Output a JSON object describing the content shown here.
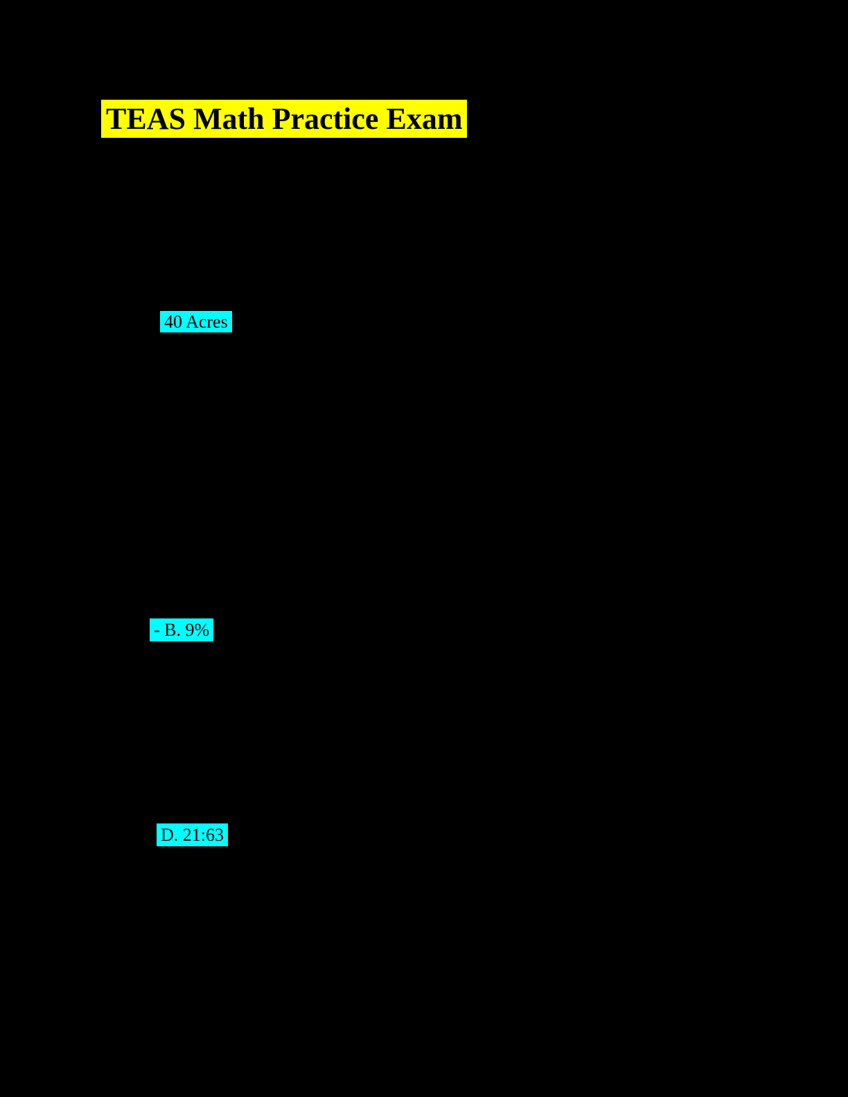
{
  "document": {
    "page_background": "#000000",
    "text_color": "#000000",
    "title": {
      "text": "TEAS Math Practice Exam",
      "highlight_color": "#ffff00"
    },
    "highlighted_answers": [
      {
        "text": "40 Acres",
        "highlight_color": "#00ffff"
      },
      {
        "text": "- B. 9%",
        "highlight_color": "#00ffff"
      },
      {
        "text": "D. 21:63",
        "highlight_color": "#00ffff"
      }
    ]
  }
}
